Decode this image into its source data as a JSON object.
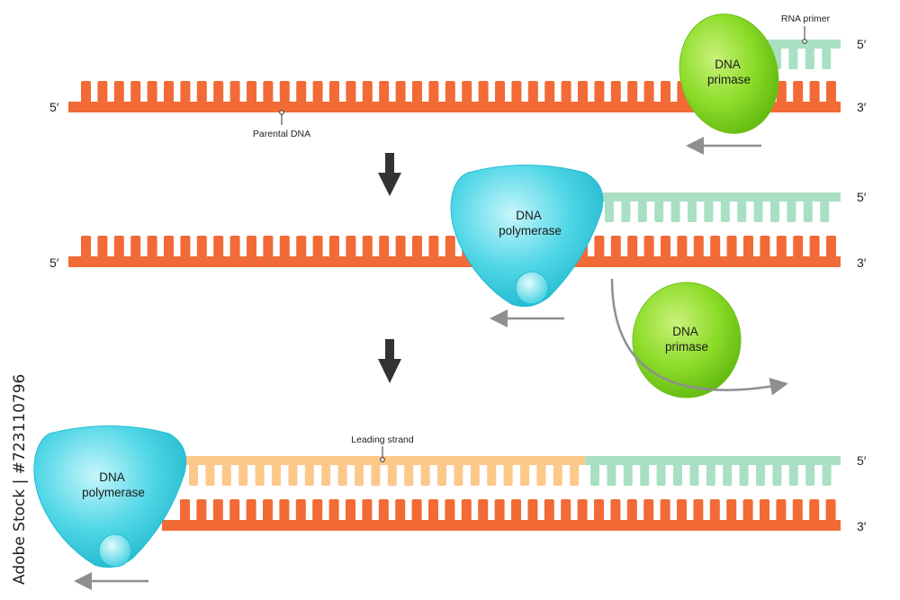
{
  "diagram": {
    "stage1": {
      "left_end": "5′",
      "right_end_top": "5′",
      "right_end_bottom": "3′",
      "primer_label": "RNA primer",
      "parental_label": "Parental DNA",
      "enzyme": "DNA\nprimase"
    },
    "stage2": {
      "left_end": "5′",
      "right_end_top": "5′",
      "right_end_bottom": "3′",
      "polymerase": "DNA\npolymerase",
      "primase": "DNA\nprimase"
    },
    "stage3": {
      "right_end_top": "5′",
      "right_end_bottom": "3′",
      "leading_label": "Leading strand",
      "polymerase": "DNA\npolymerase"
    },
    "watermark": "Adobe Stock | #723110796",
    "colors": {
      "parental": "#f26a36",
      "primer": "#a9e0c3",
      "leading": "#fcc98a",
      "primase": "#8ddc2a",
      "polymerase": "#4fd6e6",
      "arrow": "#8f8f8f",
      "step_arrow": "#333333"
    }
  }
}
